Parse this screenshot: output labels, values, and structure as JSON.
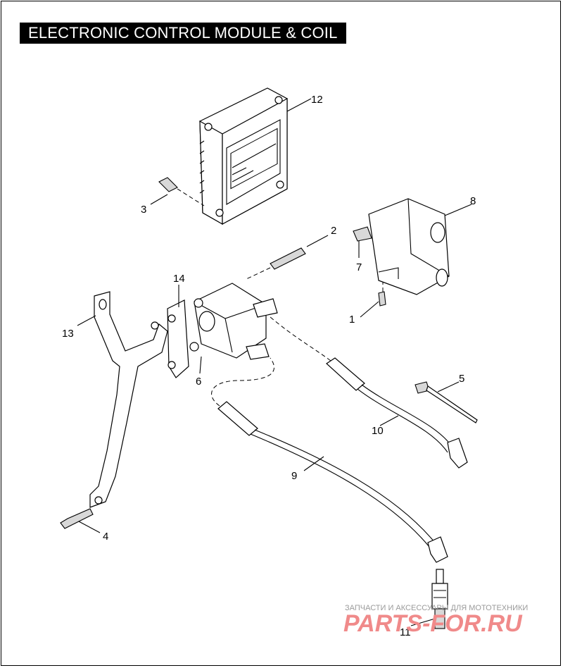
{
  "title": "ELECTRONIC CONTROL MODULE & COIL",
  "callouts": {
    "c1": "1",
    "c2": "2",
    "c3": "3",
    "c4": "4",
    "c5": "5",
    "c6": "6",
    "c7": "7",
    "c8": "8",
    "c9": "9",
    "c10": "10",
    "c11": "11",
    "c12": "12",
    "c13": "13",
    "c14": "14"
  },
  "watermark": {
    "tagline": "ЗАПЧАСТИ И АКСЕССУАРЫ ДЛЯ МОТОТЕХНИКИ",
    "logo": "PARTS-FOR.RU"
  }
}
